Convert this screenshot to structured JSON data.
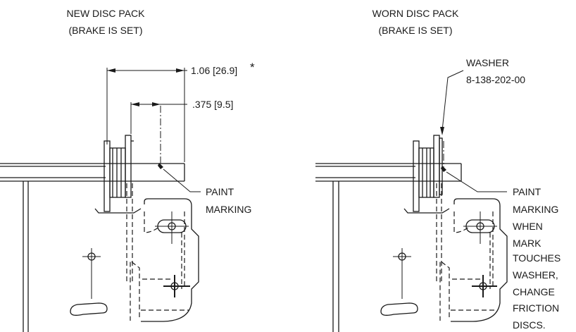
{
  "diagram": {
    "left": {
      "title_line1": "NEW DISC PACK",
      "title_line2": "(BRAKE IS SET)",
      "dim_overall": "1.06 [26.9]",
      "dim_asterisk": "*",
      "dim_gap": ".375 [9.5]",
      "paint_lines": [
        "PAINT",
        "MARKING"
      ]
    },
    "right": {
      "title_line1": "WORN DISC PACK",
      "title_line2": "(BRAKE IS SET)",
      "washer_line1": "WASHER",
      "washer_line2": "8-138-202-00",
      "paint_lines": [
        "PAINT",
        "MARKING",
        "WHEN",
        "MARK",
        "TOUCHES",
        "WASHER,",
        "CHANGE",
        "FRICTION",
        "DISCS."
      ]
    }
  }
}
